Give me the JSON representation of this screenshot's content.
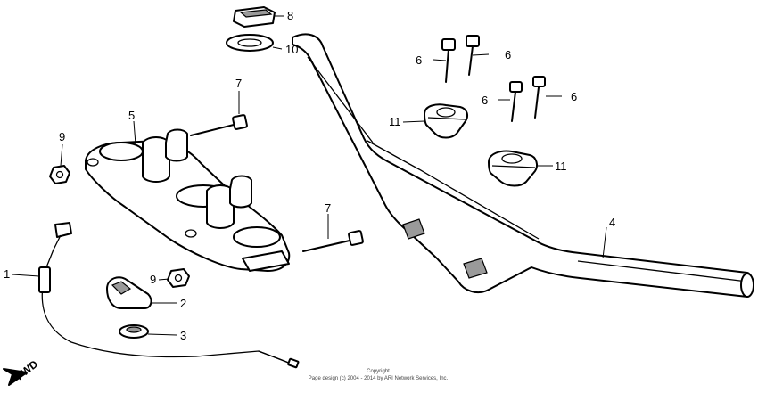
{
  "callouts": {
    "c1": "1",
    "c2": "2",
    "c3": "3",
    "c4": "4",
    "c5": "5",
    "c6a": "6",
    "c6b": "6",
    "c6c": "6",
    "c6d": "6",
    "c7a": "7",
    "c7b": "7",
    "c8": "8",
    "c9a": "9",
    "c9b": "9",
    "c10": "10",
    "c11a": "11",
    "c11b": "11"
  },
  "direction_label": "FWD",
  "copyright": {
    "line1": "Copyright",
    "line2": "Page design (c) 2004 - 2014 by ARI Network Services, Inc."
  },
  "colors": {
    "line": "#000000",
    "shade": "#9a9a9a",
    "background": "#ffffff"
  }
}
